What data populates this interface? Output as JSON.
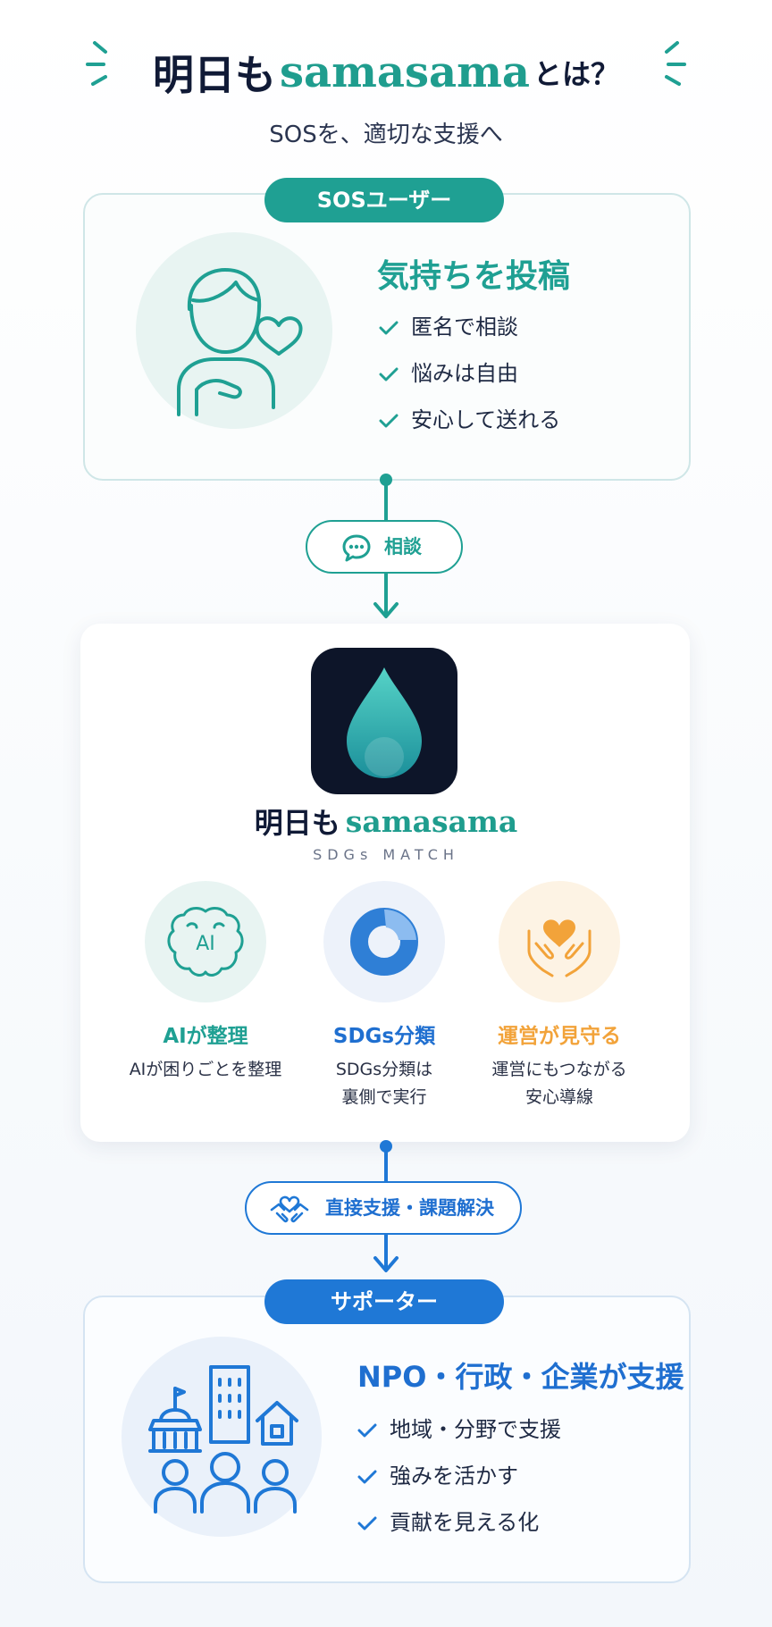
{
  "header": {
    "title_part1": "明日も",
    "title_brand": "samasama",
    "title_part2": "とは？",
    "subtitle": "SOSを、適切な支援へ"
  },
  "sos_section": {
    "badge": "SOSユーザー",
    "heading": "気持ちを投稿",
    "points": [
      "匿名で相談",
      "悩みは自由",
      "安心して送れる"
    ]
  },
  "connector1": {
    "label": "相談"
  },
  "app": {
    "name_jp": "明日も",
    "name_brand": "samasama",
    "tagline": "SDGs MATCH",
    "features": [
      {
        "icon_text": "AI",
        "title": "AIが整理",
        "desc_line1": "AIが困りごとを整理",
        "desc_line2": ""
      },
      {
        "title": "SDGs分類",
        "desc_line1": "SDGs分類は",
        "desc_line2": "裏側で実行"
      },
      {
        "title": "運営が見守る",
        "desc_line1": "運営にもつながる",
        "desc_line2": "安心導線"
      }
    ]
  },
  "connector2": {
    "label": "直接支援・課題解決"
  },
  "supporter_section": {
    "badge": "サポーター",
    "heading": "NPO・行政・企業が支援",
    "points": [
      "地域・分野で支援",
      "強みを活かす",
      "貢献を見える化"
    ]
  },
  "colors": {
    "teal": "#1fa093",
    "blue": "#1f78d6",
    "orange": "#f2a33a",
    "navy": "#101a36"
  },
  "icons": {
    "title_deco": "sparkle-lines-icon",
    "user": "person-heart-icon",
    "chat": "chat-bubble-icon",
    "app": "water-drop-icon",
    "ai": "ai-brain-icon",
    "sdgs": "donut-chart-icon",
    "watch": "hands-heart-icon",
    "handshake": "handshake-heart-icon",
    "supporters": "community-buildings-icon",
    "check": "check-icon"
  }
}
